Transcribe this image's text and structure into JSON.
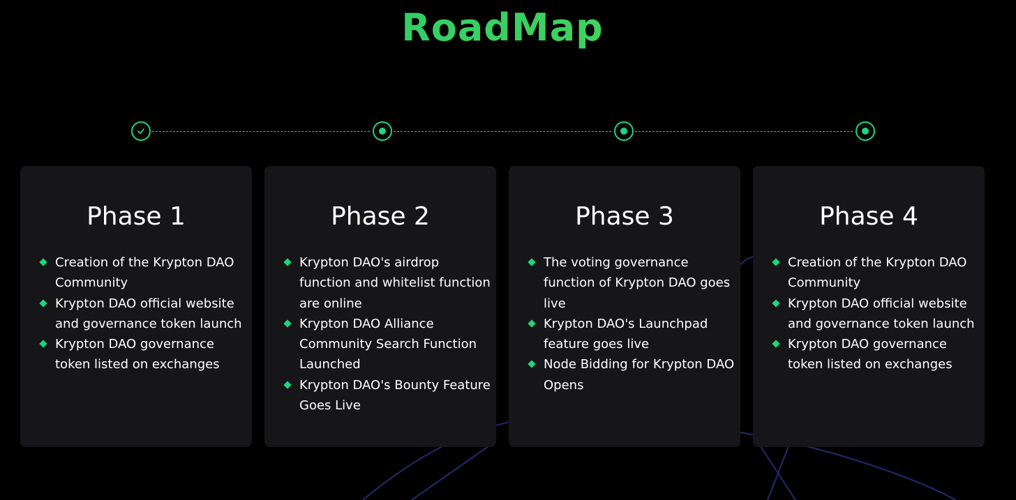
{
  "title": "RoadMap",
  "colors": {
    "accent": "#1ed67d",
    "title_gradient_start": "#14c87a",
    "title_gradient_end": "#5ed84a",
    "card_bg": "#161618",
    "background": "#000000",
    "bg_lines": "#232a6e"
  },
  "timeline": [
    {
      "status": "completed",
      "icon": "check-circle-icon"
    },
    {
      "status": "active",
      "icon": "dot-circle-icon"
    },
    {
      "status": "active",
      "icon": "dot-circle-icon"
    },
    {
      "status": "active",
      "icon": "dot-circle-icon"
    }
  ],
  "phases": [
    {
      "title": "Phase 1",
      "items": [
        "Creation of the Krypton DAO Community",
        "Krypton DAO official website and governance token launch",
        "Krypton DAO governance token listed on exchanges"
      ]
    },
    {
      "title": "Phase 2",
      "items": [
        "Krypton DAO's airdrop function and whitelist function are online",
        "Krypton DAO Alliance Community Search Function Launched",
        "Krypton DAO's Bounty Feature Goes Live"
      ]
    },
    {
      "title": "Phase 3",
      "items": [
        "The voting governance function of Krypton DAO goes live",
        "Krypton DAO's Launchpad feature goes live",
        "Node Bidding for Krypton DAO Opens"
      ]
    },
    {
      "title": "Phase 4",
      "items": [
        "Creation of the Krypton DAO Community",
        "Krypton DAO official website and governance token launch",
        "Krypton DAO governance token listed on exchanges"
      ]
    }
  ]
}
